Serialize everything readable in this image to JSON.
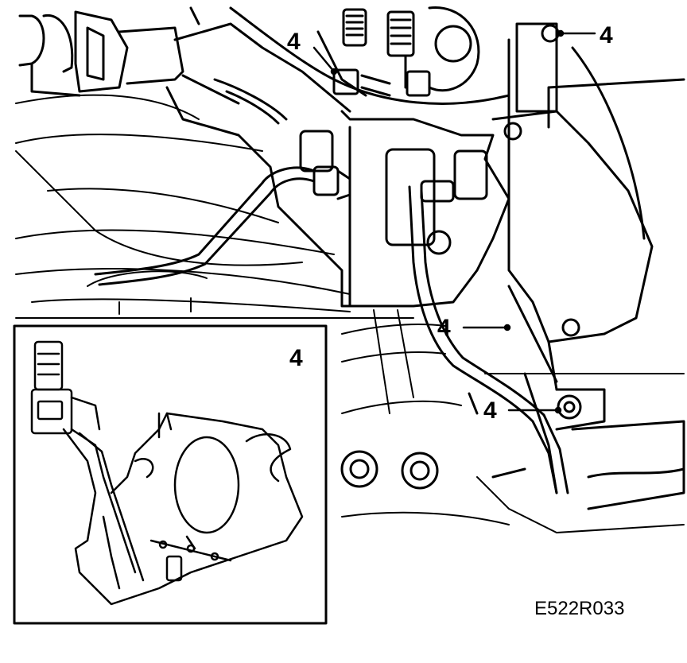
{
  "figure": {
    "reference_code": "E522R033",
    "callouts": {
      "top_center": "4",
      "top_right": "4",
      "mid_right": "4",
      "lower_right": "4",
      "inset": "4"
    }
  },
  "colors": {
    "line": "#000000",
    "background": "#ffffff"
  }
}
